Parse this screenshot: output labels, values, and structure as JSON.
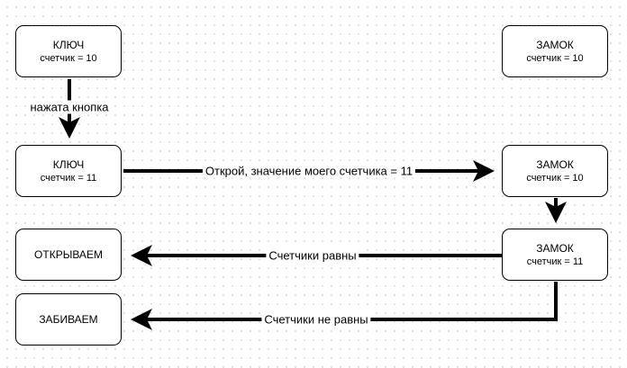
{
  "nodes": {
    "key1": {
      "title": "КЛЮЧ",
      "sub": "счетчик = 10"
    },
    "lock1": {
      "title": "ЗАМОК",
      "sub": "счетчик = 10"
    },
    "key2": {
      "title": "КЛЮЧ",
      "sub": "счетчик = 11"
    },
    "lock2": {
      "title": "ЗАМОК",
      "sub": "счетчик = 10"
    },
    "lock3": {
      "title": "ЗАМОК",
      "sub": "счетчик = 11"
    },
    "open": {
      "title": "ОТКРЫВАЕМ"
    },
    "jam": {
      "title": "ЗАБИВАЕМ"
    }
  },
  "edges": {
    "press": "нажата кнопка",
    "request": "Открой, значение моего счетчика = 11",
    "equal": "Счетчики равны",
    "not_equal": "Счетчики не равны"
  }
}
